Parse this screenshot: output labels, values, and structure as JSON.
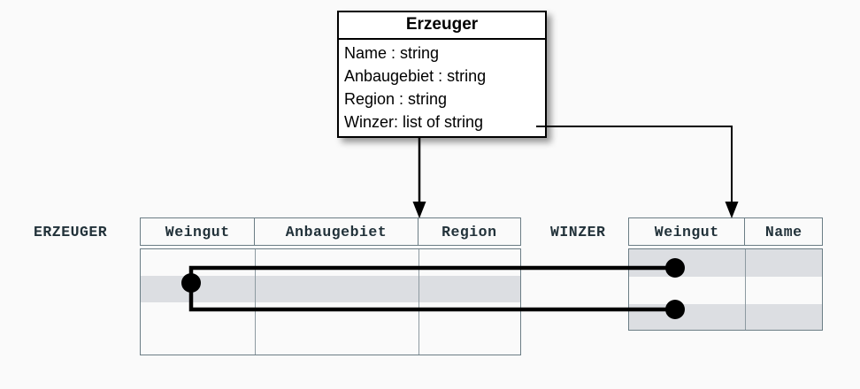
{
  "diagram": {
    "title_hidden": "",
    "uml_class": {
      "name": "Erzeuger",
      "attributes": [
        "Name : string",
        "Anbaugebiet : string",
        "Region : string",
        "Winzer: list of string"
      ]
    },
    "tables": [
      {
        "id": "erzeuger",
        "label": "ERZEUGER",
        "columns": [
          "Weingut",
          "Anbaugebiet",
          "Region"
        ],
        "row_count": 4,
        "shaded_rows": [
          2
        ]
      },
      {
        "id": "winzer",
        "label": "WINZER",
        "columns": [
          "Weingut",
          "Name"
        ],
        "row_count": 3,
        "shaded_rows": [
          1,
          3
        ]
      }
    ],
    "connectors": [
      {
        "name": "class-to-erzeuger",
        "from": "Erzeuger class box",
        "to": "ERZEUGER table",
        "style": "arrow-down"
      },
      {
        "name": "winzer-attribute-to-winzer-table",
        "from": "Winzer: list of string",
        "to": "WINZER table Weingut column",
        "style": "elbow-arrow"
      },
      {
        "name": "erzeuger-row-to-winzer-rows",
        "from": "ERZEUGER Weingut row 2",
        "to": "WINZER Weingut rows 1 and 3",
        "style": "fork-with-dots"
      }
    ],
    "colors": {
      "background": "#fafafa",
      "table_border": "#6b7d85",
      "row_shade": "#dcdee2",
      "text": "#22323a",
      "connector": "#000000",
      "box_border": "#000000"
    }
  }
}
